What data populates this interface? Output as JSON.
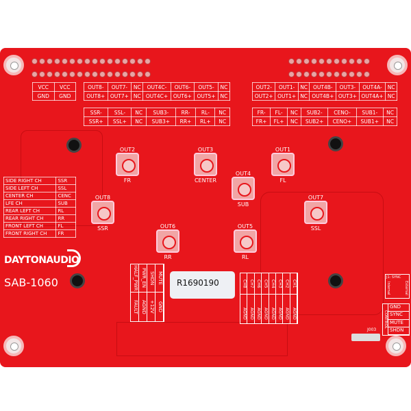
{
  "power_table": [
    [
      "VCC",
      "VCC"
    ],
    [
      "GND",
      "GND"
    ]
  ],
  "out_table_left": [
    [
      "OUT8-",
      "OUT7-",
      "NC",
      "OUT4C-",
      "OUT6-",
      "OUT5-",
      "NC"
    ],
    [
      "OUT8+",
      "OUT7+",
      "NC",
      "OUT4C+",
      "OUT6+",
      "OUT5+",
      "NC"
    ]
  ],
  "in_table_left": [
    [
      "SSR-",
      "SSL-",
      "NC",
      "SUB3-",
      "RR-",
      "RL-",
      "NC"
    ],
    [
      "SSR+",
      "SSL+",
      "NC",
      "SUB3+",
      "RR+",
      "RL+",
      "NC"
    ]
  ],
  "out_table_right": [
    [
      "OUT2-",
      "OUT1-",
      "NC",
      "OUT4B-",
      "OUT3-",
      "OUT4A-",
      "NC"
    ],
    [
      "OUT2+",
      "OUT1+",
      "NC",
      "OUT4B+",
      "OUT3+",
      "OUT4A+",
      "NC"
    ]
  ],
  "in_table_right": [
    [
      "FR-",
      "FL-",
      "NC",
      "SUB2-",
      "CENO-",
      "SUB1-",
      "NC"
    ],
    [
      "FR+",
      "FL+",
      "NC",
      "SUB2+",
      "CENO+",
      "SUB1+",
      "NC"
    ]
  ],
  "connectors": [
    {
      "name": "OUT2",
      "sub": "FR"
    },
    {
      "name": "OUT3",
      "sub": "CENTER"
    },
    {
      "name": "OUT1",
      "sub": "FL"
    },
    {
      "name": "OUT4",
      "sub": "SUB"
    },
    {
      "name": "OUT8",
      "sub": "SSR"
    },
    {
      "name": "OUT7",
      "sub": "SSL"
    },
    {
      "name": "OUT6",
      "sub": "RR"
    },
    {
      "name": "OUT5",
      "sub": "RL"
    }
  ],
  "legend": [
    [
      "SIDE RIGHT CH",
      "SSR"
    ],
    [
      "SIDE LEFT CH",
      "SSL"
    ],
    [
      "CENTER CH",
      "CENC"
    ],
    [
      "LFE CH",
      "SUB"
    ],
    [
      "REAR LEFT CH",
      "RL"
    ],
    [
      "REAR RIGHT CH",
      "RR"
    ],
    [
      "FRONT LEFT CH",
      "FL"
    ],
    [
      "FRONT RIGHT CH",
      "FR"
    ]
  ],
  "brand": "DAYTONAUDIO",
  "model": "SAB-1060",
  "sticker": "R1690190",
  "aux_top": [
    "HALF_PWR",
    "PWR_EN",
    "SHDN",
    "MUTE"
  ],
  "aux_bottom": [
    "FAULT",
    "AGND",
    "+12V",
    "GND"
  ],
  "ch_top": [
    "CH8",
    "CH7",
    "CH6",
    "CH5",
    "CH4",
    "CH3",
    "CH2",
    "CH1"
  ],
  "ch_bottom": [
    "AGND",
    "AGND",
    "AGND",
    "AGND",
    "AGND",
    "AGND",
    "AGND",
    "AGND"
  ],
  "sync": {
    "title": "J1: SYNC",
    "internal": "Internal",
    "external": "External"
  },
  "control": {
    "title": "CONTROL",
    "pins": [
      "GND",
      "SYNC",
      "MUTE",
      "SHDN"
    ]
  },
  "ref": "J003"
}
